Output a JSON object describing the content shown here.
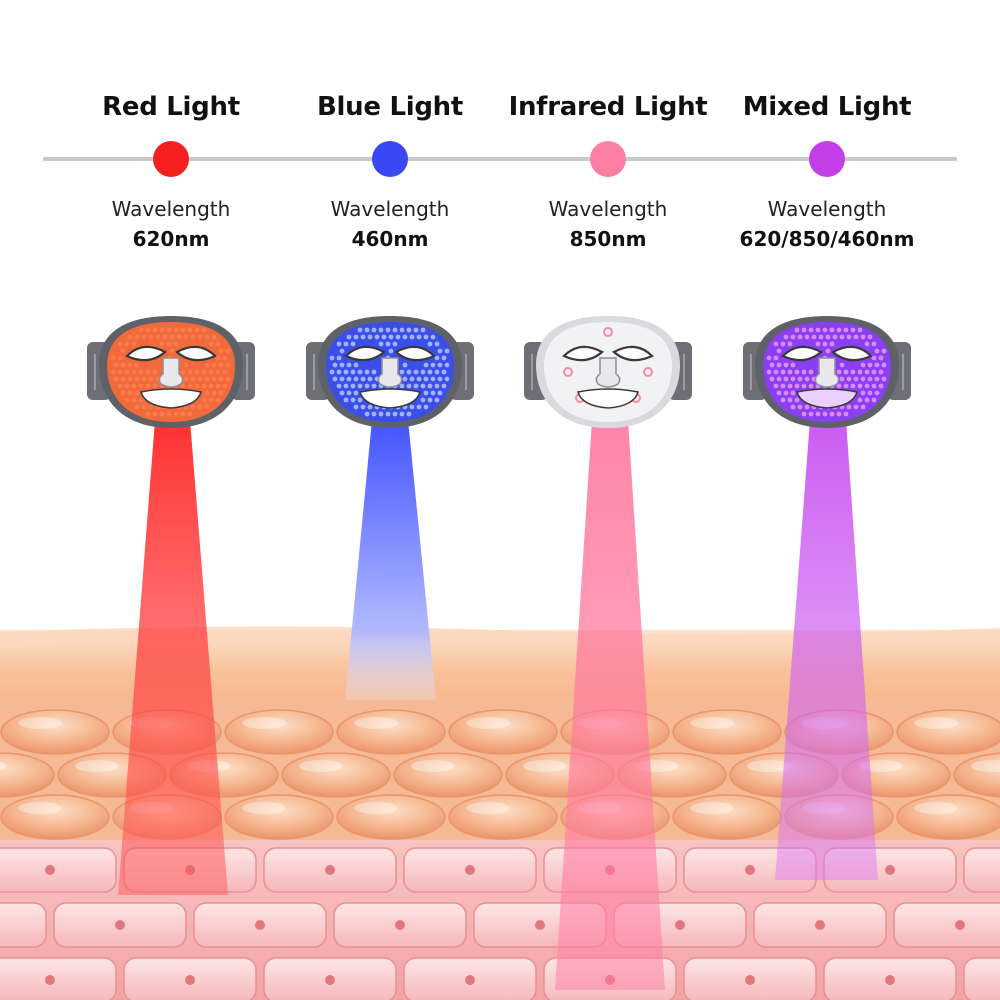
{
  "lights": [
    {
      "title": "Red Light",
      "wavelength_label": "Wavelength",
      "wavelength_value": "620nm",
      "color": "#f41f1f",
      "led": "#ff7a4a",
      "mask_face": "#f06a3c",
      "beam_top": "#ff1a1a",
      "beam_bottom": "#ff6a6a"
    },
    {
      "title": "Blue Light",
      "wavelength_label": "Wavelength",
      "wavelength_value": "460nm",
      "color": "#3a49f5",
      "led": "#9fb3ff",
      "mask_face": "#3b4fe8",
      "beam_top": "#3344ff",
      "beam_bottom": "#c6ccff"
    },
    {
      "title": "Infrared Light",
      "wavelength_label": "Wavelength",
      "wavelength_value": "850nm",
      "color": "#fb7fa0",
      "led": "#ff8aa0",
      "mask_face": "#f2f2f4",
      "beam_top": "#ff6f98",
      "beam_bottom": "#ff9fb8"
    },
    {
      "title": "Mixed Light",
      "wavelength_label": "Wavelength",
      "wavelength_value": "620/850/460nm",
      "color": "#c43ee8",
      "led": "#d88bff",
      "mask_face": "#8a3ff0",
      "beam_top": "#c23ef0",
      "beam_bottom": "#e49af5"
    }
  ],
  "colors": {
    "timeline": "#c9c9c9",
    "skin_top": "#f9c9a2",
    "skin_cells": "#f3ad83",
    "dermis": "#f6b0b0"
  }
}
